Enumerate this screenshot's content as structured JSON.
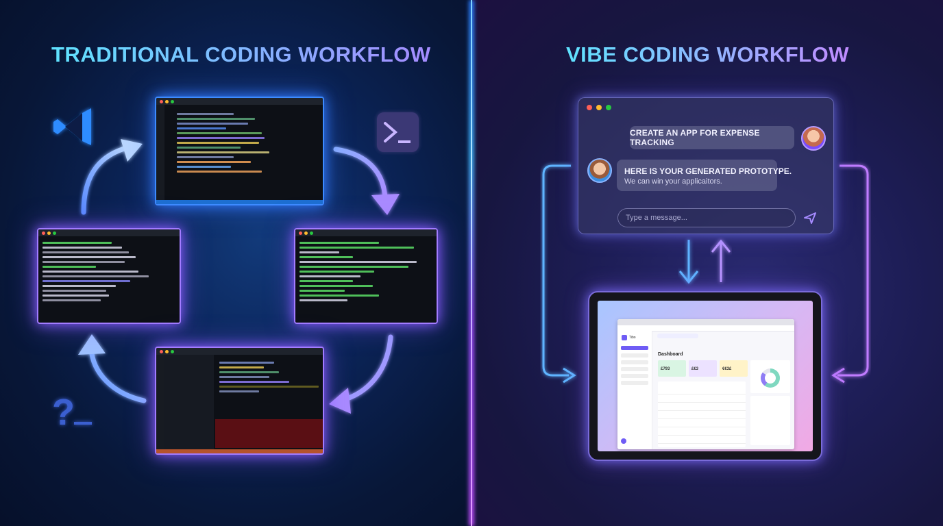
{
  "left": {
    "title": "TRADITIONAL CODING WORKFLOW"
  },
  "right": {
    "title": "VIBE CODING WORKFLOW",
    "chat": {
      "user_message": "CREATE AN APP FOR EXPENSE TRACKING",
      "bot_message_title": "HERE IS YOUR GENERATED PROTOTYPE.",
      "bot_message_body": "We can win your applicaitors.",
      "input_placeholder": "Type a message..."
    },
    "tablet": {
      "app_brand": "Tibo",
      "dashboard_title": "Dashboard",
      "cards": [
        "£793",
        "£€3",
        "€€3£"
      ]
    }
  },
  "colors": {
    "accent_blue": "#3d8bff",
    "accent_purple": "#a27cff",
    "title_gradient_start": "#5fe3ff",
    "title_gradient_end": "#a58bff"
  },
  "icons": [
    "vscode-icon",
    "terminal-icon",
    "question-terminal-icon",
    "send-icon"
  ]
}
